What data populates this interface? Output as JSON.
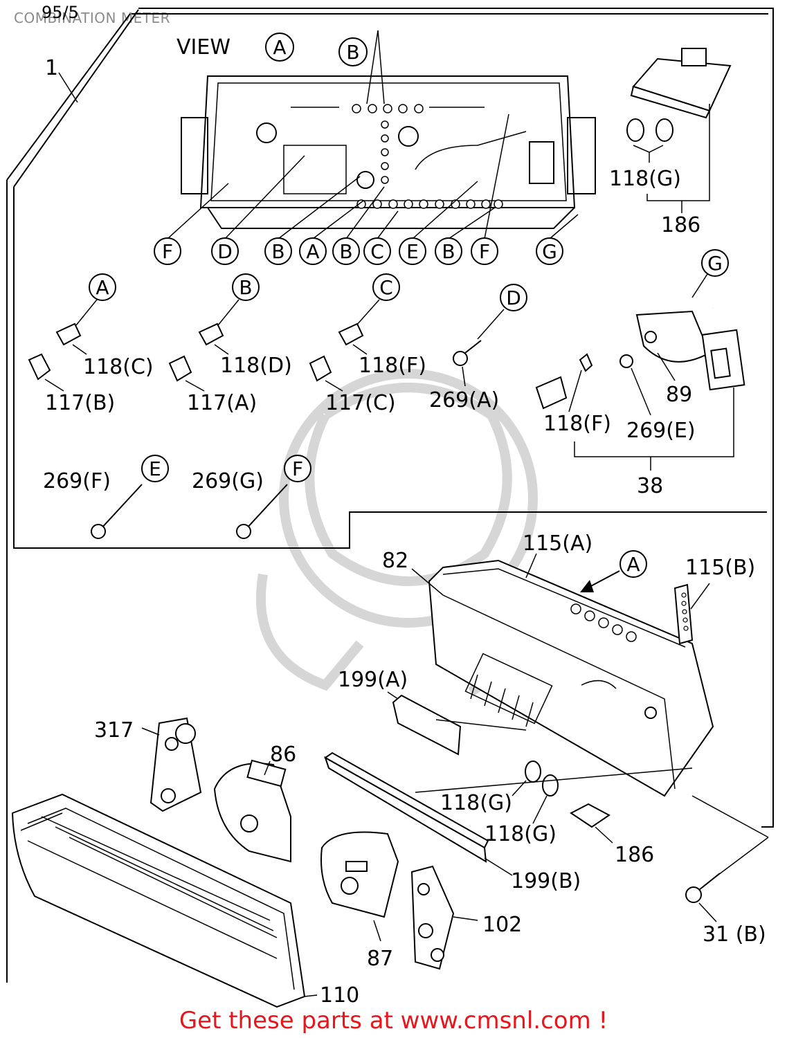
{
  "page": {
    "title": "COMBINATION METER",
    "ref_number": "95/5",
    "footer": "Get these parts at www.cmsnl.com !"
  },
  "view_title": "VIEW",
  "view_letter": "A",
  "callouts": {
    "assembly": "1",
    "top_ref_b": "B",
    "view_row": [
      "F",
      "D",
      "B",
      "A",
      "B",
      "C",
      "E",
      "B",
      "F",
      "G"
    ],
    "bulb_refs": [
      "A",
      "B",
      "C",
      "D"
    ],
    "screw_refs": [
      "E",
      "F"
    ],
    "harness_ref": "G",
    "arrow_ref": "A"
  },
  "labels": {
    "p118G_top": "118(G)",
    "p186_top": "186",
    "p118C": "118(C)",
    "p118D": "118(D)",
    "p118F": "118(F)",
    "p117B": "117(B)",
    "p117A": "117(A)",
    "p117C": "117(C)",
    "p269A": "269(A)",
    "p89": "89",
    "p118F_b": "118(F)",
    "p269E": "269(E)",
    "p38": "38",
    "p269F": "269(F)",
    "p269G": "269(G)",
    "p115A": "115(A)",
    "p82": "82",
    "p115B": "115(B)",
    "p199A": "199(A)",
    "p317": "317",
    "p86": "86",
    "p118G_1": "118(G)",
    "p118G_2": "118(G)",
    "p186_b": "186",
    "p199B": "199(B)",
    "p102": "102",
    "p31B": "31 (B)",
    "p87": "87",
    "p110": "110"
  },
  "colors": {
    "footer": "#e8161b",
    "ink": "#000000",
    "watermark": "#d6d6d6"
  }
}
